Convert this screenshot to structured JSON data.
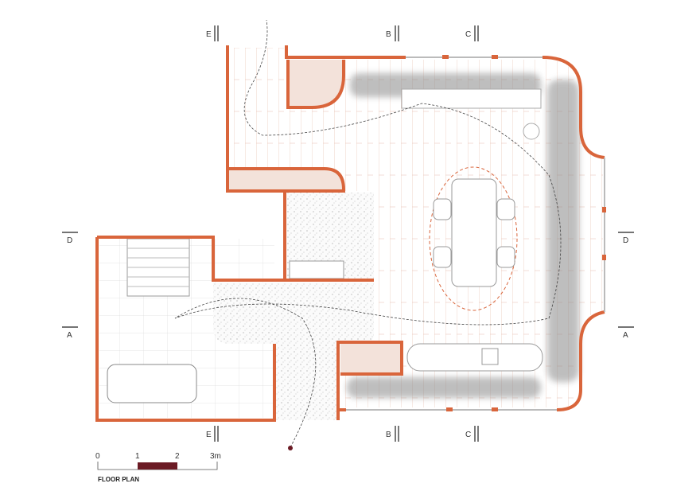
{
  "colors": {
    "wall": "#d9653b",
    "wall_fill": "#f3e2da",
    "floor_lines": "#ebc9bd",
    "terrazzo": "#cfcfcf",
    "planting": "#8a8a8a",
    "scale_bar": "#6b1a24",
    "path_dash": "#444444"
  },
  "section_markers": {
    "top": [
      "E",
      "B",
      "C"
    ],
    "bottom": [
      "E",
      "B",
      "C"
    ],
    "left": [
      "D",
      "A"
    ],
    "right": [
      "D",
      "A"
    ]
  },
  "scale": {
    "ticks": [
      "0",
      "1",
      "2",
      "3m"
    ],
    "highlighted_segment": [
      1,
      2
    ]
  },
  "title": "FLOOR PLAN"
}
